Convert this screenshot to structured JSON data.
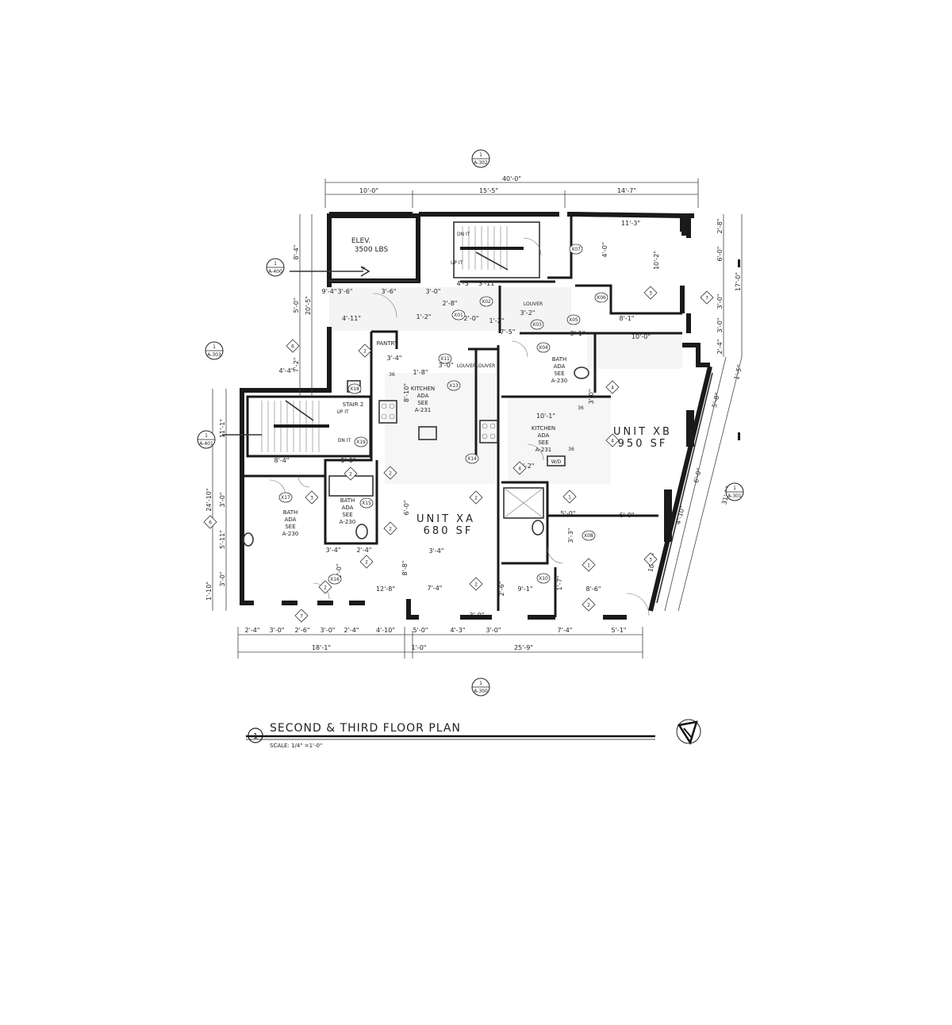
{
  "title_block": {
    "number": "1",
    "title": "SECOND & THIRD FLOOR PLAN",
    "scale": "SCALE: 1/4\" =1'-0\""
  },
  "units": [
    {
      "name": "UNIT XA",
      "area": "680 SF"
    },
    {
      "name": "UNIT XB",
      "area": "950 SF"
    }
  ],
  "rooms": {
    "elevator": {
      "line1": "ELEV.",
      "line2": "3500 LBS"
    },
    "stair2": "STAIR 2",
    "pantry": "PANTRY",
    "up_it": "UP IT",
    "dn_it": "DN IT",
    "kitchen_a": [
      "KITCHEN",
      "ADA",
      "SEE",
      "A-231"
    ],
    "kitchen_b": [
      "KITCHEN",
      "ADA",
      "SEE",
      "A-231"
    ],
    "bath_17": [
      "BATH",
      "ADA",
      "SEE",
      "A-230"
    ],
    "bath_15": [
      "BATH",
      "ADA",
      "SEE",
      "A-230"
    ],
    "bath_b": [
      "BATH",
      "ADA",
      "SEE",
      "A-230"
    ],
    "louver": "LOUVER",
    "wd": "W/D"
  },
  "section_marks": [
    {
      "num": "1",
      "sheet": "A-302"
    },
    {
      "num": "1",
      "sheet": "A-400"
    },
    {
      "num": "1",
      "sheet": "A-303"
    },
    {
      "num": "1",
      "sheet": "A-401"
    },
    {
      "num": "1",
      "sheet": "A-301"
    },
    {
      "num": "1",
      "sheet": "A-300"
    }
  ],
  "top_dims": [
    "40'-0\"",
    "10'-0\"",
    "15'-5\"",
    "14'-7\""
  ],
  "bottom_dims_row1": [
    "2'-4\"",
    "3'-0\"",
    "2'-6\"",
    "3'-0\"",
    "2'-4\"",
    "4'-10\"",
    "5'-0\"",
    "4'-3\"",
    "3'-0\"",
    "7'-4\"",
    "5'-1\""
  ],
  "bottom_dims_row2": [
    "18'-1\"",
    "1'-0\"",
    "25'-9\""
  ],
  "left_dims": [
    "8'-4\"",
    "20'-5\"",
    "5'-0\"",
    "7'-2\"",
    "11'-1\"",
    "24'-10\"",
    "3'-0\"",
    "5'-11\"",
    "3'-0\"",
    "1'-10\""
  ],
  "right_dims": [
    "2'-8\"",
    "6'-0\"",
    "17'-0\"",
    "3'-0\"",
    "3'-0\"",
    "2'-4\"",
    "1'-5\"",
    "5'-8\"",
    "6'-0\"",
    "31'-1\"",
    "4'-10\"",
    "10'-1\""
  ],
  "interior_dims": [
    "3'-6\"",
    "3'-6\"",
    "3'-0\"",
    "3'-11\"",
    "4'-11\"",
    "1'-2\"",
    "3'-4\"",
    "1'-8\"",
    "8'-10\"",
    "3'-0\"",
    "7'-5\"",
    "3'-2\"",
    "10'-0\"",
    "3'-1\"",
    "10'-1\"",
    "11'-3\"",
    "10'-2\"",
    "8'-1\"",
    "4'-0\"",
    "8'-4\"",
    "5'-0\"",
    "3'-4\"",
    "2'-4\"",
    "3'-4\"",
    "12'-8\"",
    "7'-4\"",
    "8'-8\"",
    "6'-0\"",
    "8'-6\"",
    "9'-1\"",
    "5'-0\"",
    "3'-2\"",
    "3'-3\"",
    "1'-7\"",
    "2'-6\"",
    "4'-4\"",
    "9'-4\"",
    "2'-8\"",
    "1'-0\"",
    "6'-0\"",
    "3'-0\"",
    "2'-0\"",
    "1'-2\"",
    "3'-0\"",
    "4'-3\""
  ],
  "door_tags": [
    "X01",
    "X02",
    "X03",
    "X04",
    "X05",
    "X06",
    "X07",
    "X08",
    "X10",
    "X11",
    "X13",
    "X14",
    "X15",
    "X16",
    "X17",
    "X18",
    "X19"
  ],
  "wall_tags": [
    "1",
    "2",
    "3",
    "4",
    "6",
    "7"
  ],
  "equipment_labels": [
    "36",
    "36",
    "36"
  ],
  "north_arrow_icon": "north-arrow-icon"
}
